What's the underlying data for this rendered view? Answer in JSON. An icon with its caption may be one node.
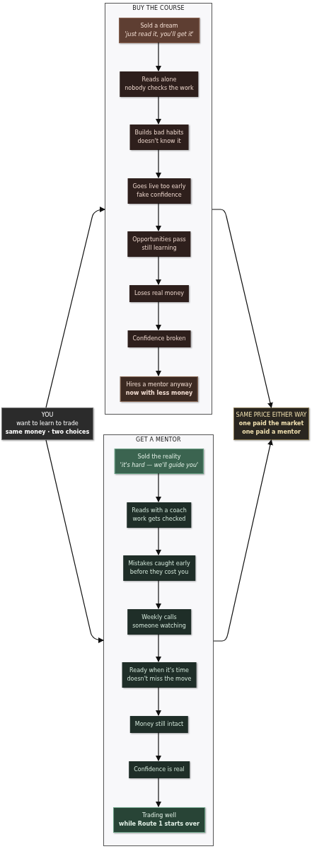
{
  "diagram": {
    "nodes": [
      {
        "text": [
          "YOU",
          "want to learn to trade",
          "**same money · two choices**"
        ]
      },
      {
        "text": [
          "BUY THE COURSE"
        ]
      },
      {
        "text": [
          "Sold a dream",
          "*'just read it, you'll get it'*"
        ],
        "in": 1
      },
      {
        "text": [
          "Reads alone",
          "nobody checks the work"
        ],
        "in": 1
      },
      {
        "text": [
          "Builds bad habits",
          "doesn't know it"
        ],
        "in": 1
      },
      {
        "text": [
          "Goes live too early",
          "fake confidence"
        ],
        "in": 1
      },
      {
        "text": [
          "Opportunities pass",
          "still learning"
        ],
        "in": 1
      },
      {
        "text": [
          "Loses real money"
        ],
        "in": 1
      },
      {
        "text": [
          "Confidence broken"
        ],
        "in": 1
      },
      {
        "text": [
          "Hires a mentor anyway",
          "**now with less money**"
        ],
        "in": 1
      },
      {
        "text": [
          "GET A MENTOR"
        ]
      },
      {
        "text": [
          "Sold the reality",
          "*'it's hard — we'll guide you'*"
        ],
        "in": 10
      },
      {
        "text": [
          "Reads with a coach",
          "work gets checked"
        ],
        "in": 10
      },
      {
        "text": [
          "Mistakes caught early",
          "before they cost you"
        ],
        "in": 10
      },
      {
        "text": [
          "Weekly calls",
          "someone watching"
        ],
        "in": 10
      },
      {
        "text": [
          "Ready when it's time",
          "doesn't miss the move"
        ],
        "in": 10
      },
      {
        "text": [
          "Money still intact"
        ],
        "in": 10
      },
      {
        "text": [
          "Confidence is real"
        ],
        "in": 10
      },
      {
        "text": [
          "Trading well",
          "**while Route 1 starts over**"
        ],
        "in": 10
      },
      {
        "text": [
          "SAME PRICE EITHER WAY",
          "**one paid the market**",
          "**one paid a mentor**"
        ]
      }
    ],
    "edges": [
      {
        "from": 0,
        "to": 1,
        "arrow": "to"
      },
      {
        "from": 0,
        "to": 10,
        "arrow": "to"
      },
      {
        "from": 2,
        "to": 3,
        "arrow": "to"
      },
      {
        "from": 3,
        "to": 4,
        "arrow": "to"
      },
      {
        "from": 4,
        "to": 5,
        "arrow": "to"
      },
      {
        "from": 5,
        "to": 6,
        "arrow": "to"
      },
      {
        "from": 6,
        "to": 7,
        "arrow": "to"
      },
      {
        "from": 7,
        "to": 8,
        "arrow": "to"
      },
      {
        "from": 8,
        "to": 9,
        "arrow": "to"
      },
      {
        "from": 11,
        "to": 12,
        "arrow": "to"
      },
      {
        "from": 12,
        "to": 13,
        "arrow": "to"
      },
      {
        "from": 13,
        "to": 14,
        "arrow": "to"
      },
      {
        "from": 14,
        "to": 15,
        "arrow": "to"
      },
      {
        "from": 15,
        "to": 16,
        "arrow": "to"
      },
      {
        "from": 16,
        "to": 17,
        "arrow": "to"
      },
      {
        "from": 17,
        "to": 18,
        "arrow": "to"
      },
      {
        "from": 1,
        "to": 19,
        "arrow": "to"
      },
      {
        "from": 10,
        "to": 19,
        "arrow": "to"
      }
    ]
  }
}
